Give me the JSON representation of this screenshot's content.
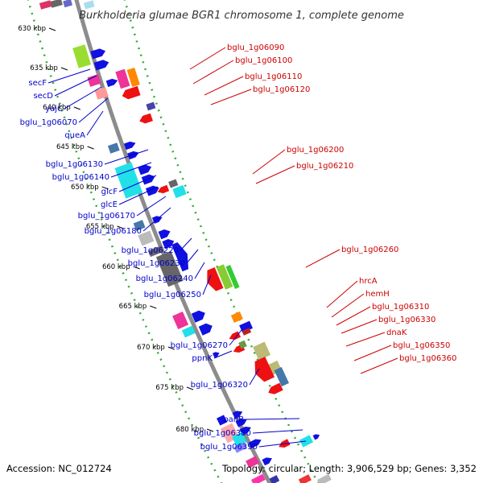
{
  "title": "Burkholderia glumae BGR1 chromosome 1, complete genome",
  "footer": {
    "accession": "Accession: NC_012724",
    "summary": "Topology: circular; Length: 3,906,529 bp; Genes: 3,352"
  },
  "colors": {
    "backbone": "#8c8c8c",
    "dotted_track": "#33aa33",
    "left_label": "#0000cc",
    "right_label": "#cc0000"
  },
  "kbp_ticks": [
    "630 kbp",
    "635 kbp",
    "640 kbp",
    "645 kbp",
    "650 kbp",
    "655 kbp",
    "660 kbp",
    "665 kbp",
    "670 kbp",
    "675 kbp",
    "680 kbp"
  ],
  "left_genes": [
    "secF",
    "secD",
    "yajC",
    "bglu_1g06070",
    "queA",
    "bglu_1g06130",
    "bglu_1g06140",
    "glcF",
    "glcE",
    "bglu_1g06170",
    "bglu_1g06180",
    "bglu_1g06220",
    "bglu_1g06230",
    "bglu_1g06240",
    "bglu_1g06250",
    "bglu_1g06270",
    "ppnK",
    "bglu_1g06320",
    "panB",
    "bglu_1g06380",
    "bglu_1g06390"
  ],
  "right_genes": [
    "bglu_1g06090",
    "bglu_1g06100",
    "bglu_1g06110",
    "bglu_1g06120",
    "bglu_1g06200",
    "bglu_1g06210",
    "bglu_1g06260",
    "hrcA",
    "hemH",
    "bglu_1g06310",
    "bglu_1g06330",
    "dnaK",
    "bglu_1g06350",
    "bglu_1g06360"
  ]
}
